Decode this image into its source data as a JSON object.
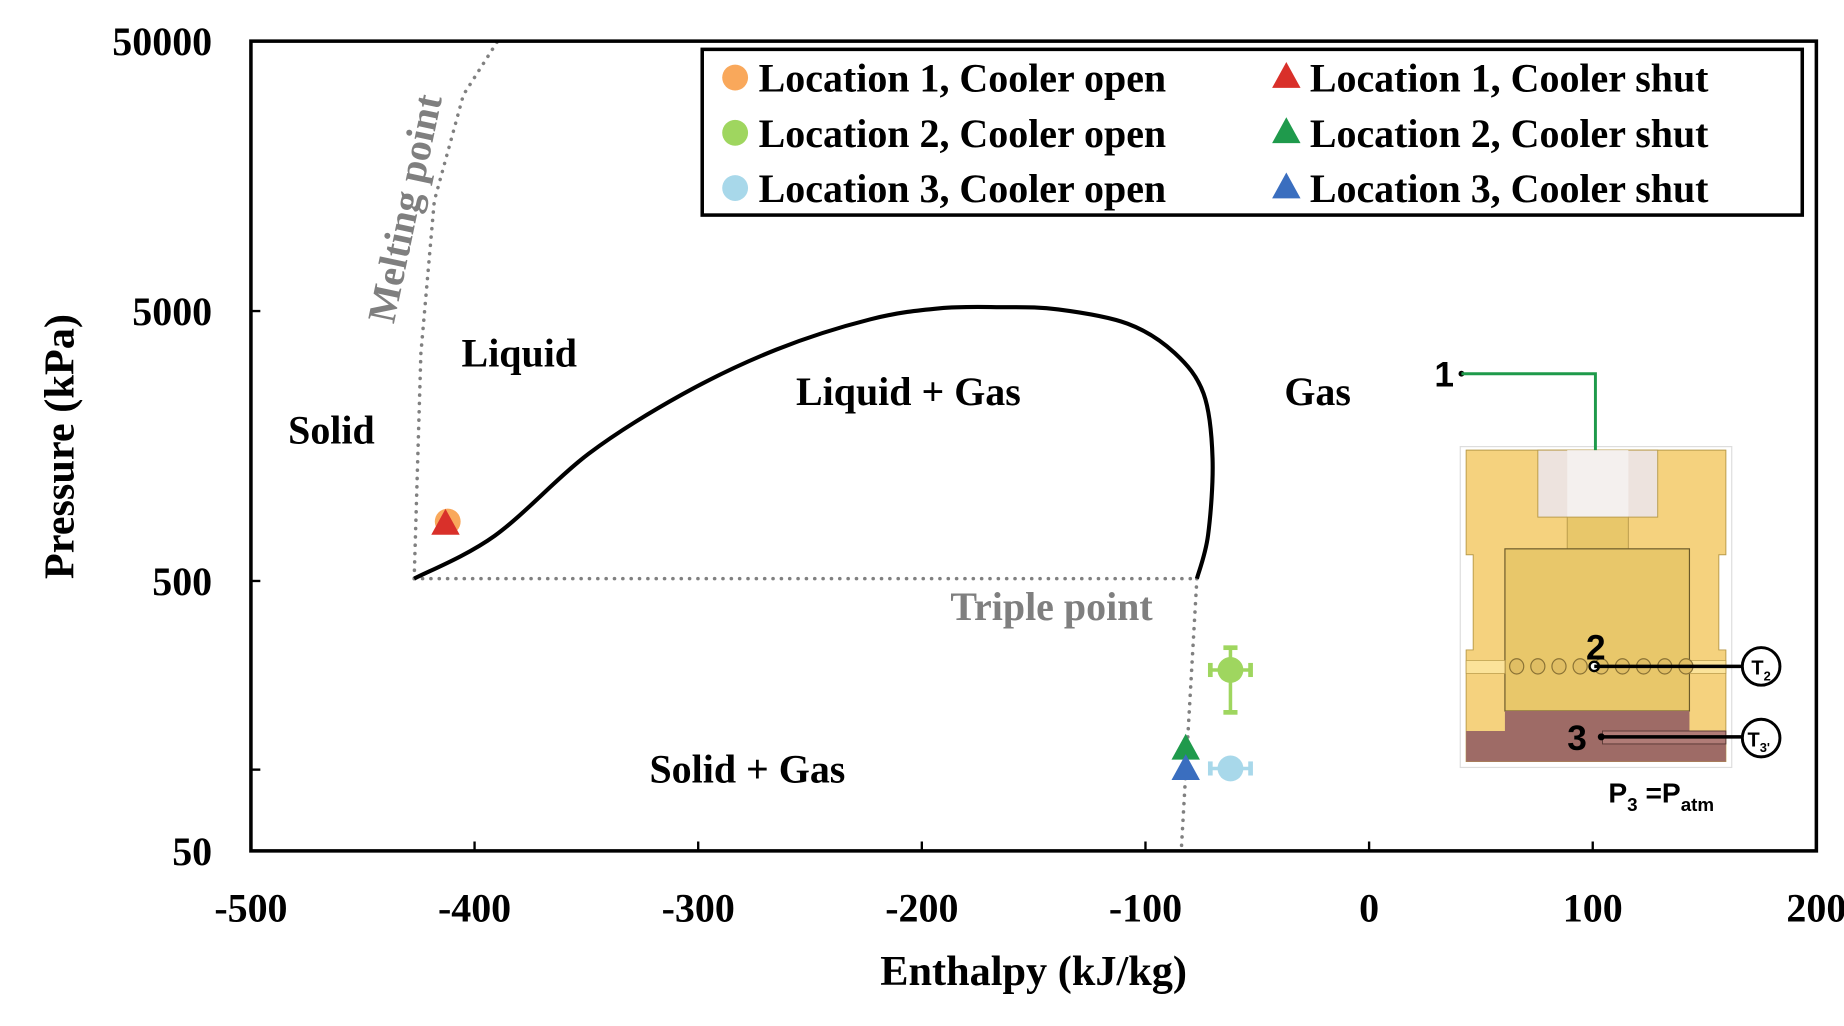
{
  "chart_data": {
    "type": "scatter",
    "xlabel": "Enthalpy (kJ/kg)",
    "ylabel": "Pressure (kPa)",
    "xlim": [
      -500,
      200
    ],
    "ylim": [
      50,
      50000
    ],
    "yscale": "log",
    "x_ticks": [
      "-500",
      "-400",
      "-300",
      "-200",
      "-100",
      "0",
      "100",
      "200"
    ],
    "y_ticks": [
      "50",
      "500",
      "5000",
      "50000"
    ],
    "grid": false,
    "legend_position": "top-right",
    "series": [
      {
        "name": "Location 1, Cooler open",
        "marker": "circle",
        "color": "#F9A85B",
        "points": [
          {
            "x": -412,
            "y": 830
          }
        ]
      },
      {
        "name": "Location 1, Cooler shut",
        "marker": "triangle",
        "color": "#D9302A",
        "points": [
          {
            "x": -413,
            "y": 810
          }
        ]
      },
      {
        "name": "Location 2, Cooler open",
        "marker": "circle",
        "color": "#9FD65F",
        "points": [
          {
            "x": -62,
            "y": 234,
            "xerr": 9,
            "ylow": 163,
            "yhigh": 283
          }
        ]
      },
      {
        "name": "Location 2, Cooler shut",
        "marker": "triangle",
        "color": "#1F9A4C",
        "points": [
          {
            "x": -82,
            "y": 119
          }
        ]
      },
      {
        "name": "Location 3, Cooler open",
        "marker": "circle",
        "color": "#A8D8EA",
        "points": [
          {
            "x": -62,
            "y": 101,
            "xerr": 9
          }
        ]
      },
      {
        "name": "Location 3, Cooler shut",
        "marker": "triangle",
        "color": "#3A6EBF",
        "points": [
          {
            "x": -82,
            "y": 100
          }
        ]
      }
    ],
    "curves": {
      "saturation_dome": [
        [
          -427,
          510
        ],
        [
          -391,
          735
        ],
        [
          -349,
          1480
        ],
        [
          -307,
          2460
        ],
        [
          -265,
          3600
        ],
        [
          -223,
          4660
        ],
        [
          -192,
          5120
        ],
        [
          -165,
          5170
        ],
        [
          -139,
          5070
        ],
        [
          -108,
          4490
        ],
        [
          -87,
          3500
        ],
        [
          -74,
          2470
        ],
        [
          -70,
          1420
        ],
        [
          -72,
          740
        ],
        [
          -77,
          510
        ]
      ],
      "melting_line": [
        [
          -427,
          510
        ],
        [
          -424,
          3490
        ],
        [
          -418,
          12800
        ],
        [
          -405,
          31600
        ],
        [
          -390,
          49500
        ]
      ],
      "triple_line": [
        [
          -427,
          510
        ],
        [
          -77,
          510
        ]
      ],
      "sublimation_line": [
        [
          -77,
          510
        ],
        [
          -84,
          50
        ]
      ]
    },
    "annotations": [
      {
        "text": "Solid",
        "x": -464,
        "y": 1800
      },
      {
        "text": "Liquid",
        "x": -380,
        "y": 3480
      },
      {
        "text": "Liquid + Gas",
        "x": -206,
        "y": 2500
      },
      {
        "text": "Gas",
        "x": -23,
        "y": 2500
      },
      {
        "text": "Solid + Gas",
        "x": -278,
        "y": 100
      },
      {
        "text": "Triple point",
        "x": -142,
        "y": 400
      },
      {
        "text": "Melting point",
        "x": -431,
        "y": 12000
      }
    ],
    "colors": {
      "dome": "#000000",
      "dotted": "#808080",
      "annotation_gray": "#7F7F7F"
    }
  },
  "inset": {
    "label_1": "1",
    "label_2": "2",
    "label_3": "3",
    "sensor_t2": "T",
    "sensor_t2_sub": "2",
    "sensor_t3": "T",
    "sensor_t3_sub": "3'",
    "pressure_p": "P",
    "pressure_p_sub": "3",
    "pressure_eq": " =P",
    "pressure_eq_sub": "atm",
    "colors": {
      "body": "#F5D27E",
      "chamber": "#E8C76A",
      "base": "#9E6B66",
      "insert": "#EDE3DE",
      "line1": "#1E9A4A"
    }
  }
}
